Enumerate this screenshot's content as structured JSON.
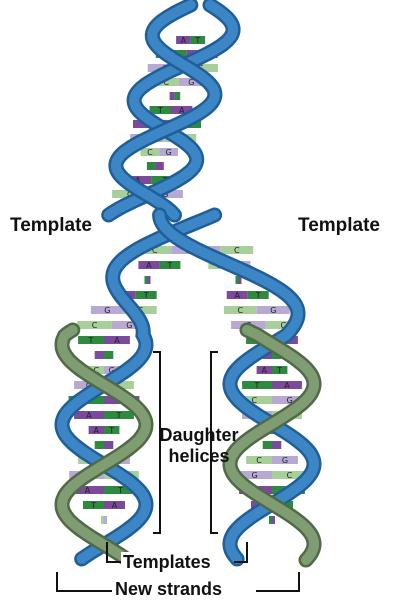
{
  "labels": {
    "template_left": "Template",
    "template_right": "Template",
    "daughter_helices": "Daughter helices",
    "templates": "Templates",
    "new_strands": "New strands"
  },
  "bases": {
    "A": "A",
    "T": "T",
    "G": "G",
    "C": "C"
  },
  "colors": {
    "template_strand": "#3d86c6",
    "template_strand_dark": "#1f5e99",
    "new_strand": "#7f9c72",
    "new_strand_dark": "#4f6b45",
    "base_A": "#7b4a9b",
    "base_T": "#2e8a3e",
    "base_G": "#b8a8d4",
    "base_C": "#a8cf9a",
    "label_text": "#111111"
  },
  "icons": {
    "parent_helix": "double-helix-icon",
    "bracket": "bracket-line"
  }
}
